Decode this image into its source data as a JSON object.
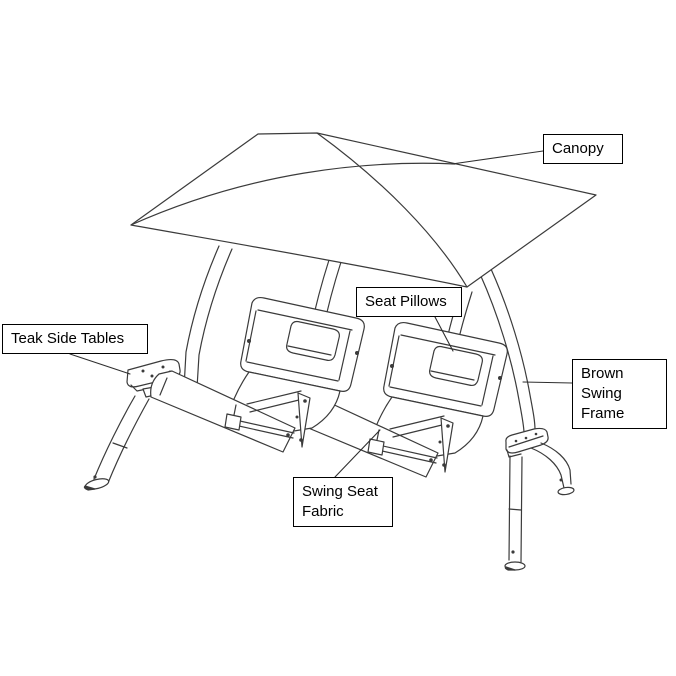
{
  "diagram": {
    "labels": {
      "canopy": "Canopy",
      "seat_pillows": "Seat Pillows",
      "teak_side_tables": "Teak Side Tables",
      "brown_swing_frame": "Brown Swing Frame",
      "swing_seat_fabric": "Swing Seat Fabric"
    },
    "colors": {
      "line": "#3b3b3b",
      "background": "#ffffff",
      "label_border": "#000000",
      "label_text": "#000000"
    }
  }
}
